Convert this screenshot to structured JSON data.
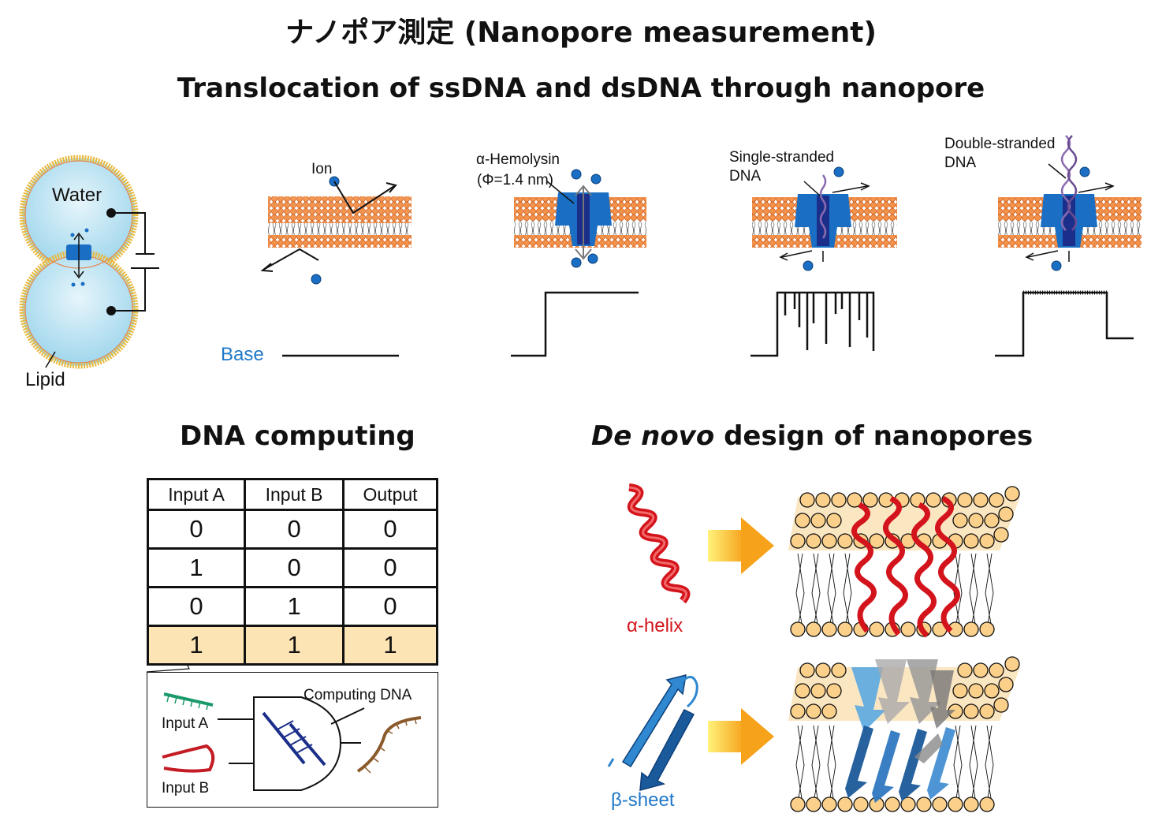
{
  "header": {
    "title": "ナノポア測定 (Nanopore measurement)",
    "subtitle": "Translocation of ssDNA and dsDNA through nanopore"
  },
  "droplet": {
    "water_label": "Water",
    "lipid_label": "Lipid"
  },
  "translocation": {
    "ion_label": "Ion",
    "base_label": "Base",
    "hemolysin_label": "α-Hemolysin",
    "hemolysin_size": "(Φ=1.4 nm)",
    "ssdna_label_1": "Single-stranded",
    "ssdna_label_2": "DNA",
    "dsdna_label_1": "Double-stranded",
    "dsdna_label_2": "DNA"
  },
  "dna_computing": {
    "title": "DNA computing",
    "headers": [
      "Input A",
      "Input B",
      "Output"
    ],
    "rows": [
      [
        "0",
        "0",
        "0"
      ],
      [
        "1",
        "0",
        "0"
      ],
      [
        "0",
        "1",
        "0"
      ],
      [
        "1",
        "1",
        "1"
      ]
    ],
    "input_a_label": "Input A",
    "input_b_label": "Input B",
    "computing_label": "Computing DNA"
  },
  "de_novo": {
    "title_italic": "De novo",
    "title_rest": "design of nanopores",
    "alpha_label": "α-helix",
    "beta_label": "β-sheet"
  },
  "colors": {
    "lipid_head": "#f08c3c",
    "pore_blue": "#1a6fc4",
    "alpha_red": "#d4141c",
    "beta_blue": "#1f78c8",
    "highlight_row": "#fde4b4"
  }
}
